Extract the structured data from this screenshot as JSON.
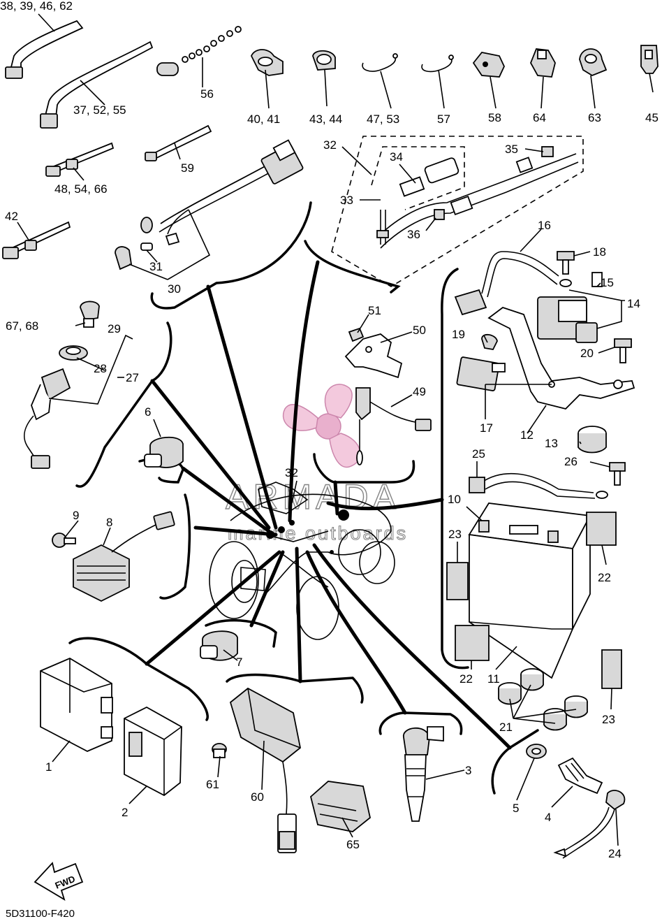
{
  "diagram": {
    "code": "5D31100-F420",
    "fwd_label": "FWD",
    "watermark": {
      "brand": "ARMADA",
      "tagline": "marine outboards"
    },
    "callouts": [
      {
        "id": "c01",
        "text": "38, 39, 46, 62"
      },
      {
        "id": "c02",
        "text": "37, 52, 55"
      },
      {
        "id": "c03",
        "text": "56"
      },
      {
        "id": "c04",
        "text": "40, 41"
      },
      {
        "id": "c05",
        "text": "43, 44"
      },
      {
        "id": "c06",
        "text": "47, 53"
      },
      {
        "id": "c07",
        "text": "57"
      },
      {
        "id": "c08",
        "text": "58"
      },
      {
        "id": "c09",
        "text": "64"
      },
      {
        "id": "c10",
        "text": "63"
      },
      {
        "id": "c11",
        "text": "45"
      },
      {
        "id": "c12",
        "text": "59"
      },
      {
        "id": "c13",
        "text": "48, 54, 66"
      },
      {
        "id": "c14",
        "text": "42"
      },
      {
        "id": "c15",
        "text": "31"
      },
      {
        "id": "c16",
        "text": "30"
      },
      {
        "id": "c17",
        "text": "32"
      },
      {
        "id": "c18",
        "text": "34"
      },
      {
        "id": "c19",
        "text": "35"
      },
      {
        "id": "c20",
        "text": "33"
      },
      {
        "id": "c21",
        "text": "36"
      },
      {
        "id": "c22",
        "text": "16"
      },
      {
        "id": "c23",
        "text": "18"
      },
      {
        "id": "c24",
        "text": "15"
      },
      {
        "id": "c25",
        "text": "14"
      },
      {
        "id": "c26",
        "text": "67, 68"
      },
      {
        "id": "c27",
        "text": "29"
      },
      {
        "id": "c28",
        "text": "28"
      },
      {
        "id": "c29",
        "text": "27"
      },
      {
        "id": "c30",
        "text": "51"
      },
      {
        "id": "c31",
        "text": "50"
      },
      {
        "id": "c32",
        "text": "19"
      },
      {
        "id": "c33",
        "text": "20"
      },
      {
        "id": "c34",
        "text": "49"
      },
      {
        "id": "c35",
        "text": "17"
      },
      {
        "id": "c36",
        "text": "12"
      },
      {
        "id": "c37",
        "text": "13"
      },
      {
        "id": "c38",
        "text": "26"
      },
      {
        "id": "c39",
        "text": "6"
      },
      {
        "id": "c40",
        "text": "25"
      },
      {
        "id": "c41",
        "text": "32"
      },
      {
        "id": "c42",
        "text": "10"
      },
      {
        "id": "c43",
        "text": "9"
      },
      {
        "id": "c44",
        "text": "8"
      },
      {
        "id": "c45",
        "text": "23"
      },
      {
        "id": "c46",
        "text": "22"
      },
      {
        "id": "c47",
        "text": "7"
      },
      {
        "id": "c48",
        "text": "22"
      },
      {
        "id": "c49",
        "text": "11"
      },
      {
        "id": "c50",
        "text": "23"
      },
      {
        "id": "c51",
        "text": "21"
      },
      {
        "id": "c52",
        "text": "1"
      },
      {
        "id": "c53",
        "text": "61"
      },
      {
        "id": "c54",
        "text": "60"
      },
      {
        "id": "c55",
        "text": "2"
      },
      {
        "id": "c56",
        "text": "3"
      },
      {
        "id": "c57",
        "text": "5"
      },
      {
        "id": "c58",
        "text": "4"
      },
      {
        "id": "c59",
        "text": "65"
      },
      {
        "id": "c60",
        "text": "24"
      }
    ]
  }
}
